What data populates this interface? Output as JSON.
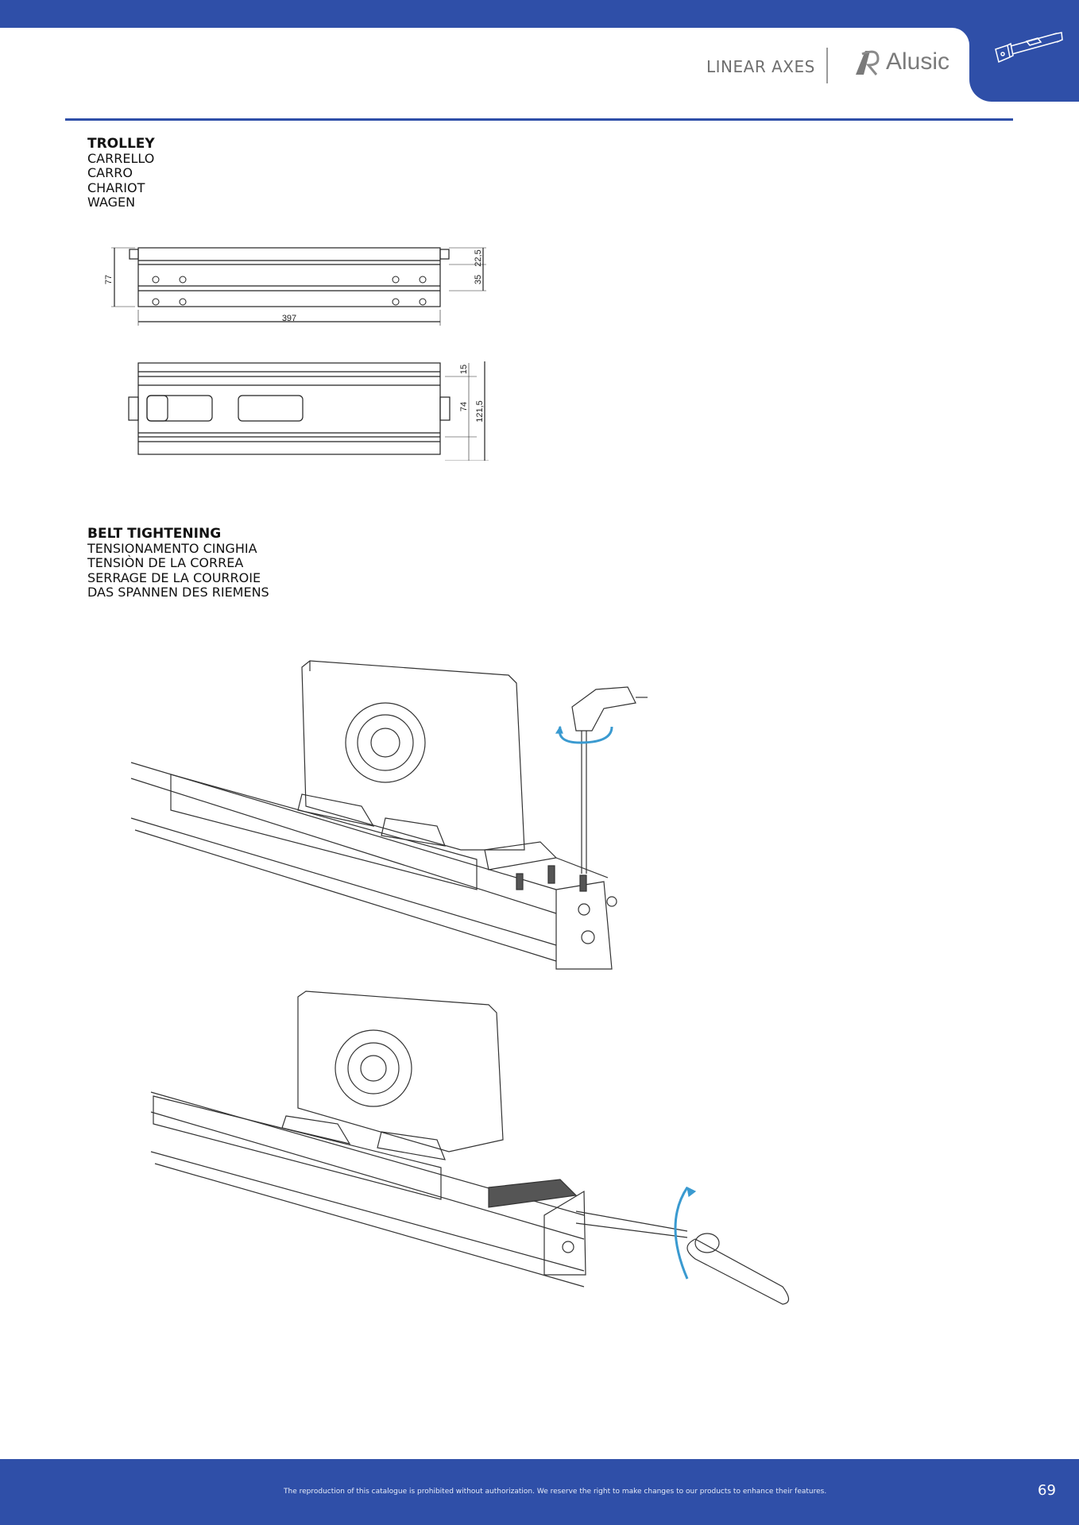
{
  "header": {
    "section": "LINEAR AXES",
    "brand": "Alusic",
    "accent": "#2f4fa8"
  },
  "trolley": {
    "title": "TROLLEY",
    "translations": [
      "CARRELLO",
      "CARRO",
      "CHARIOT",
      "WAGEN"
    ],
    "dimensions": {
      "height": "77",
      "length": "397",
      "top_offset": "22,5",
      "mid": "35",
      "top_band": "15",
      "center": "74",
      "width": "121,5"
    }
  },
  "belt": {
    "title": "BELT TIGHTENING",
    "translations": [
      "TENSIONAMENTO CINGHIA",
      "TENSIÒN DE LA CORREA",
      "SERRAGE DE LA COURROIE",
      "DAS SPANNEN DES RIEMENS"
    ]
  },
  "footer": {
    "notice": "The reproduction of this catalogue is prohibited without authorization. We reserve the right to make changes to our products to enhance their features.",
    "page": "69"
  }
}
